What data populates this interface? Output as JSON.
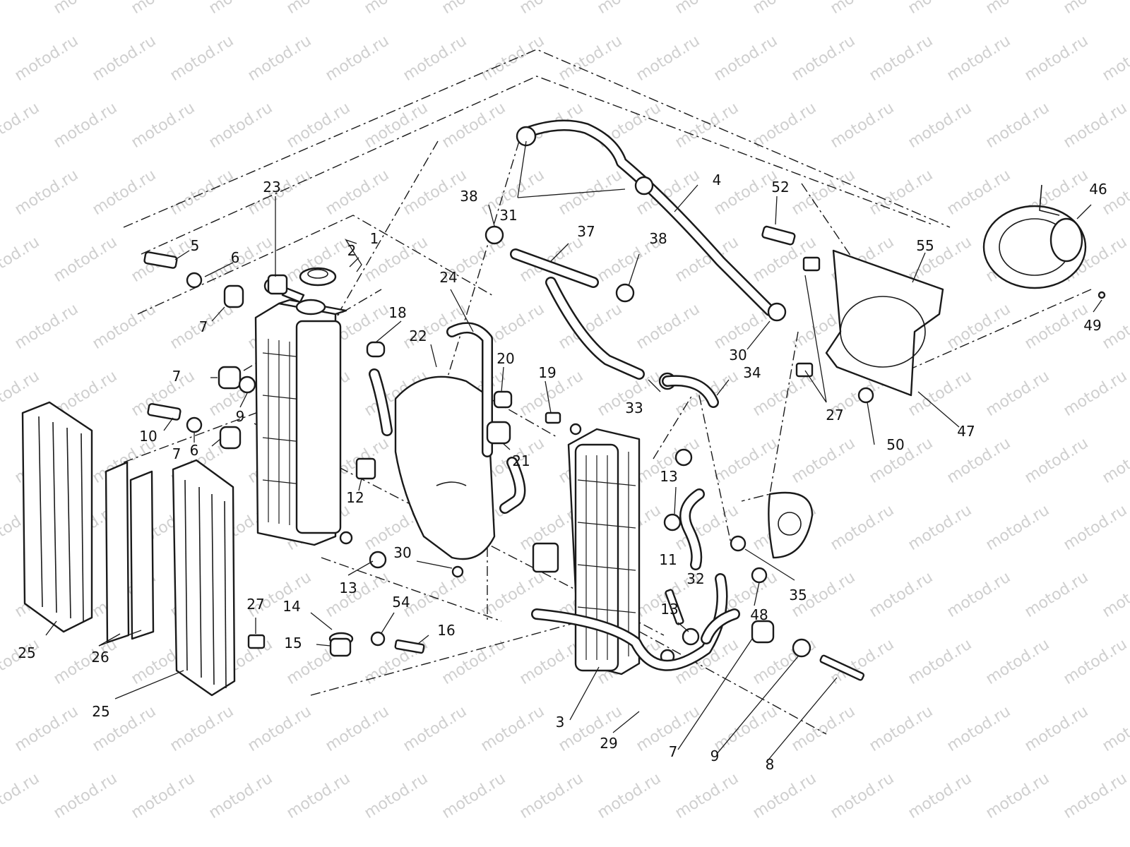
{
  "watermark": {
    "text": "motod.ru"
  },
  "callouts": [
    {
      "key": "c1",
      "label": "1"
    },
    {
      "key": "c2",
      "label": "2"
    },
    {
      "key": "c3",
      "label": "3"
    },
    {
      "key": "c4",
      "label": "4"
    },
    {
      "key": "c5",
      "label": "5"
    },
    {
      "key": "c6a",
      "label": "6"
    },
    {
      "key": "c6b",
      "label": "6"
    },
    {
      "key": "c7a",
      "label": "7"
    },
    {
      "key": "c7b",
      "label": "7"
    },
    {
      "key": "c7c",
      "label": "7"
    },
    {
      "key": "c7d",
      "label": "7"
    },
    {
      "key": "c8",
      "label": "8"
    },
    {
      "key": "c9a",
      "label": "9"
    },
    {
      "key": "c9b",
      "label": "9"
    },
    {
      "key": "c10",
      "label": "10"
    },
    {
      "key": "c11",
      "label": "11"
    },
    {
      "key": "c12",
      "label": "12"
    },
    {
      "key": "c13a",
      "label": "13"
    },
    {
      "key": "c13b",
      "label": "13"
    },
    {
      "key": "c13c",
      "label": "13"
    },
    {
      "key": "c14",
      "label": "14"
    },
    {
      "key": "c15",
      "label": "15"
    },
    {
      "key": "c16",
      "label": "16"
    },
    {
      "key": "c18",
      "label": "18"
    },
    {
      "key": "c19",
      "label": "19"
    },
    {
      "key": "c20",
      "label": "20"
    },
    {
      "key": "c21",
      "label": "21"
    },
    {
      "key": "c22",
      "label": "22"
    },
    {
      "key": "c23",
      "label": "23"
    },
    {
      "key": "c24",
      "label": "24"
    },
    {
      "key": "c25a",
      "label": "25"
    },
    {
      "key": "c25b",
      "label": "25"
    },
    {
      "key": "c26",
      "label": "26"
    },
    {
      "key": "c27a",
      "label": "27"
    },
    {
      "key": "c27b",
      "label": "27"
    },
    {
      "key": "c29",
      "label": "29"
    },
    {
      "key": "c30a",
      "label": "30"
    },
    {
      "key": "c30b",
      "label": "30"
    },
    {
      "key": "c31",
      "label": "31"
    },
    {
      "key": "c32",
      "label": "32"
    },
    {
      "key": "c33",
      "label": "33"
    },
    {
      "key": "c34",
      "label": "34"
    },
    {
      "key": "c35",
      "label": "35"
    },
    {
      "key": "c37",
      "label": "37"
    },
    {
      "key": "c38a",
      "label": "38"
    },
    {
      "key": "c38b",
      "label": "38"
    },
    {
      "key": "c46",
      "label": "46"
    },
    {
      "key": "c47",
      "label": "47"
    },
    {
      "key": "c48",
      "label": "48"
    },
    {
      "key": "c49",
      "label": "49"
    },
    {
      "key": "c50",
      "label": "50"
    },
    {
      "key": "c52",
      "label": "52"
    },
    {
      "key": "c54",
      "label": "54"
    },
    {
      "key": "c55",
      "label": "55"
    }
  ]
}
